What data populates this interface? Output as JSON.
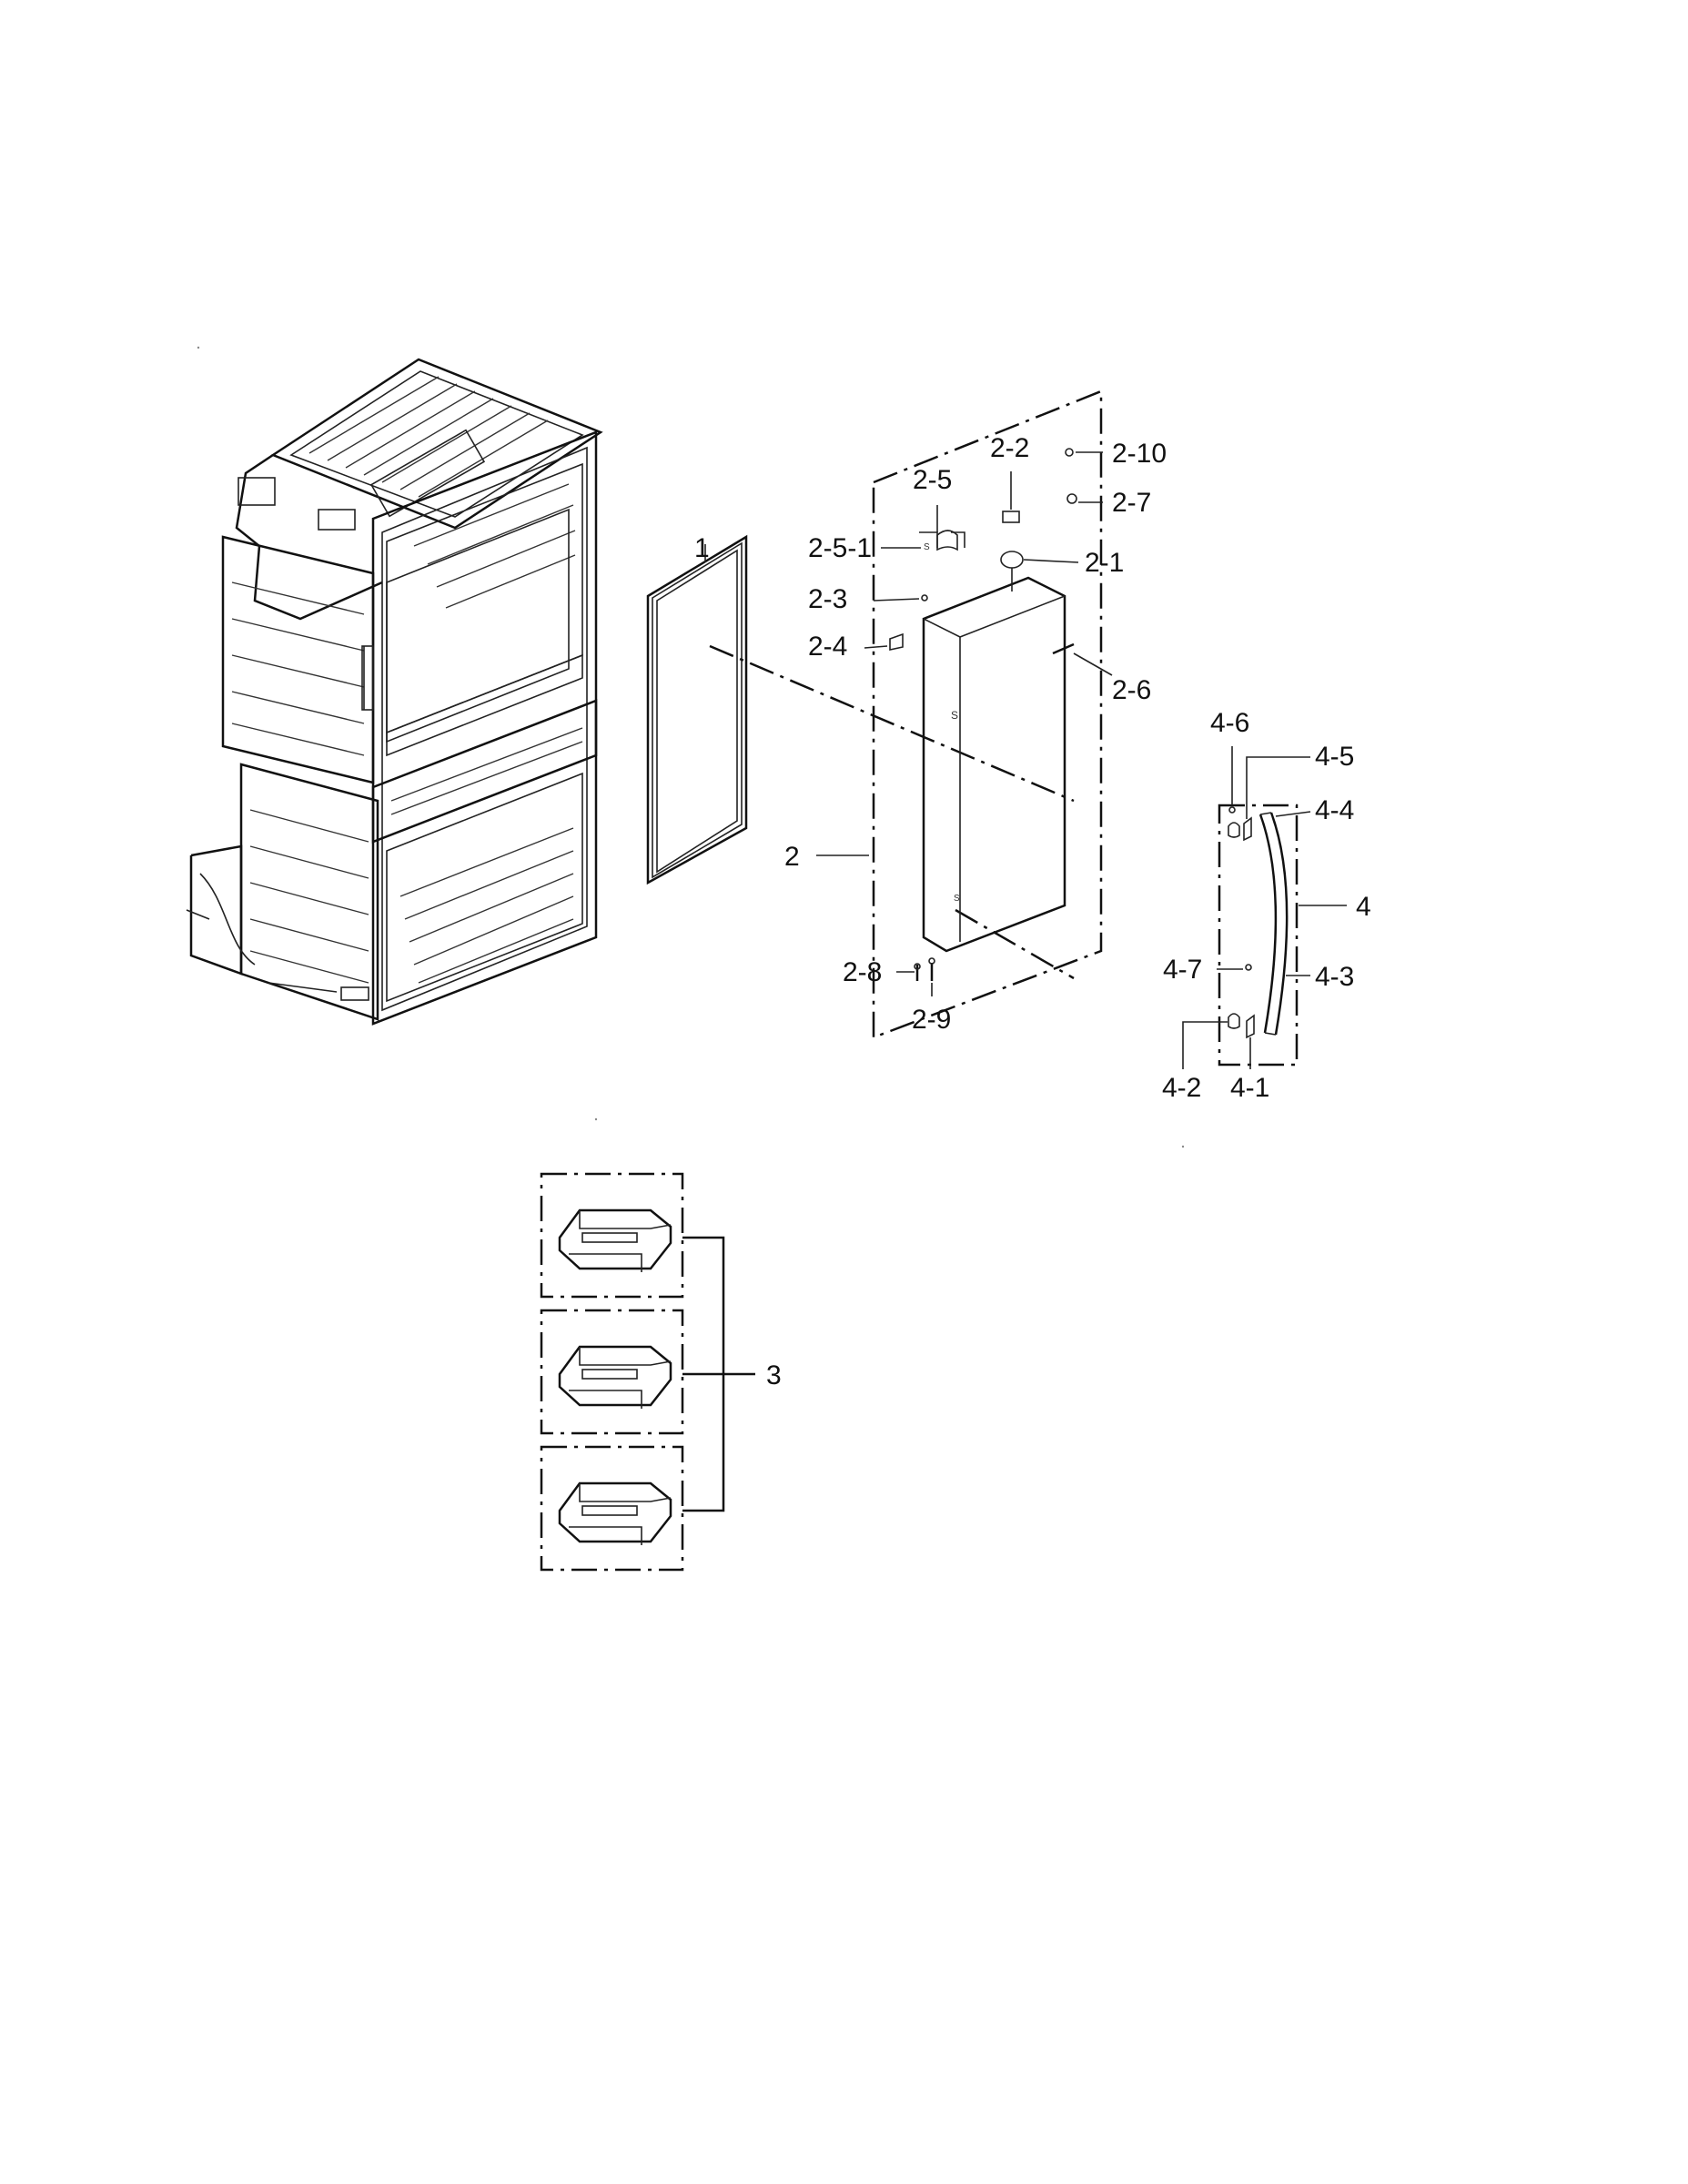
{
  "diagram": {
    "callouts": {
      "c1": "1",
      "c2": "2",
      "c2_1": "2-1",
      "c2_2": "2-2",
      "c2_3": "2-3",
      "c2_4": "2-4",
      "c2_5": "2-5",
      "c2_5_1": "2-5-1",
      "c2_6": "2-6",
      "c2_7": "2-7",
      "c2_8": "2-8",
      "c2_9": "2-9",
      "c2_10": "2-10",
      "c3": "3",
      "c4": "4",
      "c4_1": "4-1",
      "c4_2": "4-2",
      "c4_3": "4-3",
      "c4_4": "4-4",
      "c4_5": "4-5",
      "c4_6": "4-6",
      "c4_7": "4-7"
    }
  }
}
